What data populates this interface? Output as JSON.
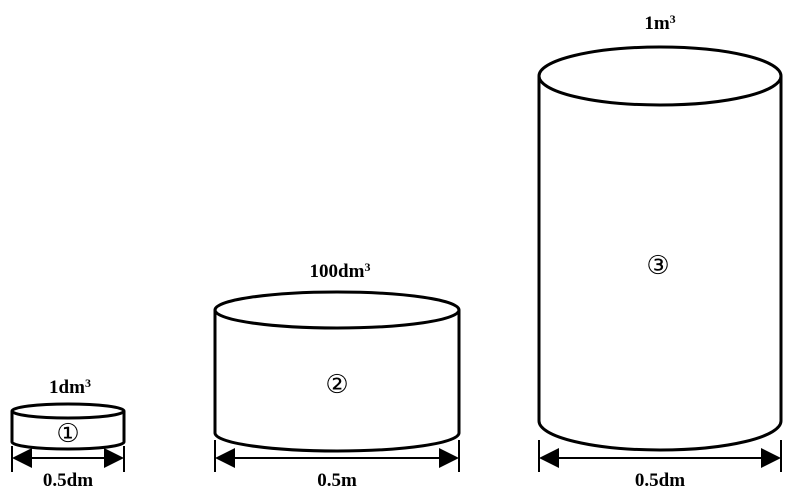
{
  "cylinders": [
    {
      "id": "cyl1",
      "number": "①",
      "volume_base": "1dm",
      "volume_exp": "3",
      "diameter_label": "0.5dm"
    },
    {
      "id": "cyl2",
      "number": "②",
      "volume_base": "100dm",
      "volume_exp": "3",
      "diameter_label": "0.5m"
    },
    {
      "id": "cyl3",
      "number": "③",
      "volume_base": "1m",
      "volume_exp": "3",
      "diameter_label": "0.5dm"
    }
  ],
  "colors": {
    "line": "#000000",
    "background": "#ffffff"
  }
}
